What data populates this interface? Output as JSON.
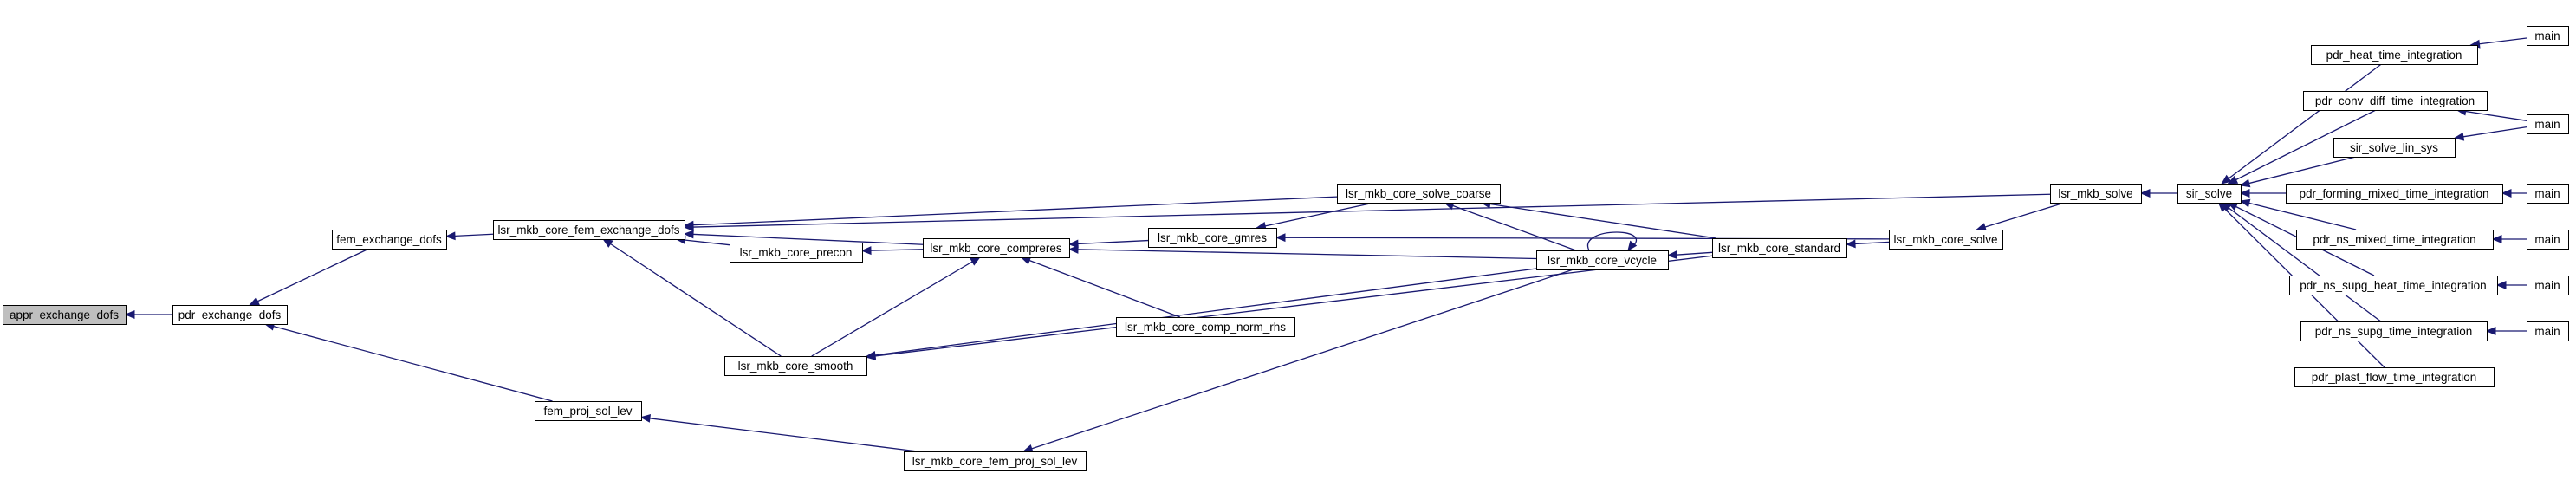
{
  "graph": {
    "nodes": [
      {
        "id": "appr_exchange_dofs",
        "label": "appr_exchange_dofs",
        "root": true
      },
      {
        "id": "pdr_exchange_dofs",
        "label": "pdr_exchange_dofs"
      },
      {
        "id": "fem_exchange_dofs",
        "label": "fem_exchange_dofs"
      },
      {
        "id": "fem_proj_sol_lev",
        "label": "fem_proj_sol_lev"
      },
      {
        "id": "lsr_mkb_core_fem_exchange_dofs",
        "label": "lsr_mkb_core_fem_exchange_dofs"
      },
      {
        "id": "lsr_mkb_core_precon",
        "label": "lsr_mkb_core_precon"
      },
      {
        "id": "lsr_mkb_core_smooth",
        "label": "lsr_mkb_core_smooth"
      },
      {
        "id": "lsr_mkb_core_gmres",
        "label": "lsr_mkb_core_gmres"
      },
      {
        "id": "lsr_mkb_core_compreres",
        "label": "lsr_mkb_core_compreres"
      },
      {
        "id": "lsr_mkb_core_comp_norm_rhs",
        "label": "lsr_mkb_core_comp_norm_rhs"
      },
      {
        "id": "lsr_mkb_core_fem_proj_sol_lev",
        "label": "lsr_mkb_core_fem_proj_sol_lev"
      },
      {
        "id": "lsr_mkb_core_solve_coarse",
        "label": "lsr_mkb_core_solve_coarse"
      },
      {
        "id": "lsr_mkb_core_vcycle",
        "label": "lsr_mkb_core_vcycle"
      },
      {
        "id": "lsr_mkb_core_standard",
        "label": "lsr_mkb_core_standard"
      },
      {
        "id": "lsr_mkb_core_solve",
        "label": "lsr_mkb_core_solve"
      },
      {
        "id": "lsr_mkb_solve",
        "label": "lsr_mkb_solve"
      },
      {
        "id": "sir_solve",
        "label": "sir_solve"
      },
      {
        "id": "pdr_heat_time_integration",
        "label": "pdr_heat_time_integration"
      },
      {
        "id": "pdr_conv_diff_time_integration",
        "label": "pdr_conv_diff_time_integration"
      },
      {
        "id": "sir_solve_lin_sys",
        "label": "sir_solve_lin_sys"
      },
      {
        "id": "pdr_forming_mixed_time_integration",
        "label": "pdr_forming_mixed_time_integration"
      },
      {
        "id": "pdr_ns_mixed_time_integration",
        "label": "pdr_ns_mixed_time_integration"
      },
      {
        "id": "pdr_ns_supg_heat_time_integration",
        "label": "pdr_ns_supg_heat_time_integration"
      },
      {
        "id": "pdr_ns_supg_time_integration",
        "label": "pdr_ns_supg_time_integration"
      },
      {
        "id": "pdr_plast_flow_time_integration",
        "label": "pdr_plast_flow_time_integration"
      },
      {
        "id": "main_1",
        "label": "main"
      },
      {
        "id": "main_2",
        "label": "main"
      },
      {
        "id": "main_3",
        "label": "main"
      },
      {
        "id": "main_4",
        "label": "main"
      },
      {
        "id": "main_5",
        "label": "main"
      },
      {
        "id": "main_6",
        "label": "main"
      }
    ],
    "edges": [
      {
        "from": "pdr_exchange_dofs",
        "to": "appr_exchange_dofs"
      },
      {
        "from": "fem_exchange_dofs",
        "to": "pdr_exchange_dofs"
      },
      {
        "from": "fem_proj_sol_lev",
        "to": "pdr_exchange_dofs"
      },
      {
        "from": "lsr_mkb_core_fem_exchange_dofs",
        "to": "fem_exchange_dofs"
      },
      {
        "from": "lsr_mkb_core_fem_proj_sol_lev",
        "to": "fem_proj_sol_lev"
      },
      {
        "from": "lsr_mkb_solve",
        "to": "lsr_mkb_core_fem_exchange_dofs"
      },
      {
        "from": "lsr_mkb_core_solve_coarse",
        "to": "lsr_mkb_core_fem_exchange_dofs"
      },
      {
        "from": "lsr_mkb_core_precon",
        "to": "lsr_mkb_core_fem_exchange_dofs"
      },
      {
        "from": "lsr_mkb_core_compreres",
        "to": "lsr_mkb_core_fem_exchange_dofs"
      },
      {
        "from": "lsr_mkb_core_smooth",
        "to": "lsr_mkb_core_fem_exchange_dofs"
      },
      {
        "from": "lsr_mkb_core_compreres",
        "to": "lsr_mkb_core_precon"
      },
      {
        "from": "lsr_mkb_core_gmres",
        "to": "lsr_mkb_core_compreres"
      },
      {
        "from": "lsr_mkb_core_smooth",
        "to": "lsr_mkb_core_compreres"
      },
      {
        "from": "lsr_mkb_core_vcycle",
        "to": "lsr_mkb_core_compreres"
      },
      {
        "from": "lsr_mkb_core_comp_norm_rhs",
        "to": "lsr_mkb_core_compreres"
      },
      {
        "from": "lsr_mkb_core_solve_coarse",
        "to": "lsr_mkb_core_gmres"
      },
      {
        "from": "lsr_mkb_core_solve",
        "to": "lsr_mkb_core_gmres"
      },
      {
        "from": "lsr_mkb_core_vcycle",
        "to": "lsr_mkb_core_smooth"
      },
      {
        "from": "lsr_mkb_core_standard",
        "to": "lsr_mkb_core_smooth"
      },
      {
        "from": "lsr_mkb_core_vcycle",
        "to": "lsr_mkb_core_fem_proj_sol_lev"
      },
      {
        "from": "lsr_mkb_core_vcycle",
        "to": "lsr_mkb_core_solve_coarse"
      },
      {
        "from": "lsr_mkb_core_standard",
        "to": "lsr_mkb_core_solve_coarse"
      },
      {
        "from": "lsr_mkb_core_vcycle",
        "to": "lsr_mkb_core_vcycle"
      },
      {
        "from": "lsr_mkb_core_standard",
        "to": "lsr_mkb_core_vcycle"
      },
      {
        "from": "lsr_mkb_core_solve",
        "to": "lsr_mkb_core_standard"
      },
      {
        "from": "lsr_mkb_solve",
        "to": "lsr_mkb_core_solve"
      },
      {
        "from": "sir_solve",
        "to": "lsr_mkb_solve"
      },
      {
        "from": "pdr_heat_time_integration",
        "to": "sir_solve"
      },
      {
        "from": "pdr_conv_diff_time_integration",
        "to": "sir_solve"
      },
      {
        "from": "sir_solve_lin_sys",
        "to": "sir_solve"
      },
      {
        "from": "pdr_forming_mixed_time_integration",
        "to": "sir_solve"
      },
      {
        "from": "pdr_ns_mixed_time_integration",
        "to": "sir_solve"
      },
      {
        "from": "pdr_ns_supg_heat_time_integration",
        "to": "sir_solve"
      },
      {
        "from": "pdr_ns_supg_time_integration",
        "to": "sir_solve"
      },
      {
        "from": "pdr_plast_flow_time_integration",
        "to": "sir_solve"
      },
      {
        "from": "main_1",
        "to": "pdr_heat_time_integration"
      },
      {
        "from": "main_2",
        "to": "pdr_conv_diff_time_integration"
      },
      {
        "from": "main_2",
        "to": "sir_solve_lin_sys"
      },
      {
        "from": "main_3",
        "to": "pdr_forming_mixed_time_integration"
      },
      {
        "from": "main_4",
        "to": "pdr_ns_mixed_time_integration"
      },
      {
        "from": "main_5",
        "to": "pdr_ns_supg_heat_time_integration"
      },
      {
        "from": "main_6",
        "to": "pdr_ns_supg_time_integration"
      }
    ]
  },
  "colors": {
    "edge": "#191970",
    "root_fill": "#bfbfbf",
    "node_fill": "#ffffff",
    "node_border": "#000000"
  }
}
